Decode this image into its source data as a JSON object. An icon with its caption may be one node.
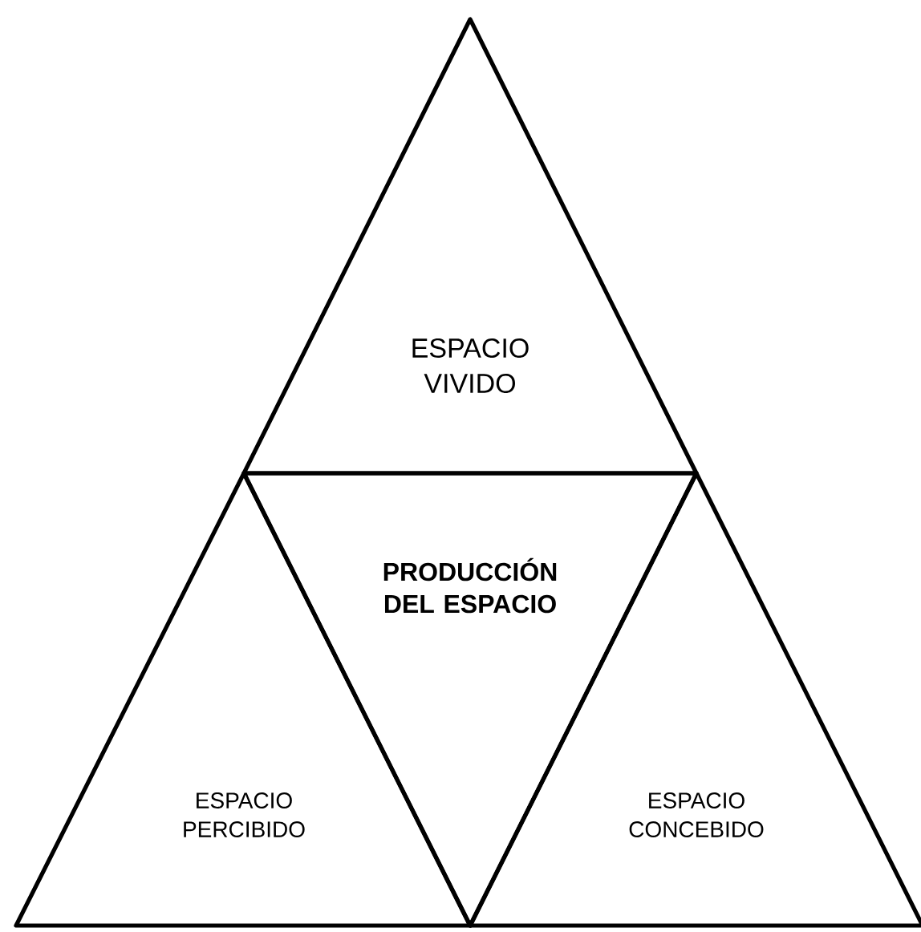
{
  "diagram": {
    "nodes": [
      {
        "text": [
          "ESPACIO VIVIDO"
        ]
      },
      {
        "text": [
          "PRODUCCIÓN DEL ESPACIO"
        ]
      },
      {
        "text": [
          "ESPACIO PERCIBIDO"
        ]
      },
      {
        "text": [
          "ESPACIO CONCEBIDO"
        ]
      }
    ]
  }
}
